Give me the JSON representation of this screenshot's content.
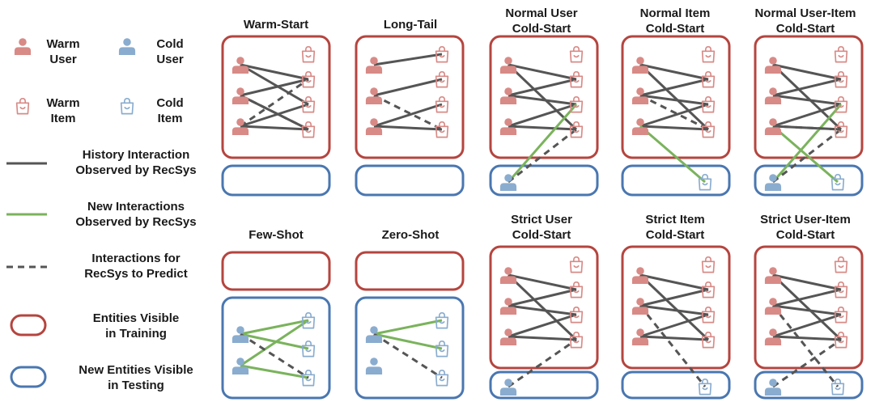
{
  "colors": {
    "warm": "#d88a86",
    "cold": "#8aaccf",
    "history_line": "#555555",
    "new_line": "#7ab35c",
    "predict_line": "#555555",
    "train_box": "#b5453f",
    "test_box": "#4a77b0"
  },
  "icons": {
    "warm_user": "person-icon",
    "cold_user": "person-icon",
    "warm_item": "shopping-bag-icon",
    "cold_item": "shopping-bag-icon"
  },
  "legend": {
    "warm_user": [
      "Warm",
      "User"
    ],
    "cold_user": [
      "Cold",
      "User"
    ],
    "warm_item": [
      "Warm",
      "Item"
    ],
    "cold_item": [
      "Cold",
      "Item"
    ],
    "history": [
      "History Interaction",
      "Observed by RecSys"
    ],
    "new_interactions": [
      "New Interactions",
      "Observed by RecSys"
    ],
    "predict": [
      "Interactions for",
      "RecSys to Predict"
    ],
    "train_box": [
      "Entities Visible",
      "in Training"
    ],
    "test_box": [
      "New Entities Visible",
      "in Testing"
    ]
  },
  "panels": [
    {
      "title": [
        "Warm-Start",
        ""
      ]
    },
    {
      "title": [
        "Long-Tail",
        ""
      ]
    },
    {
      "title": [
        "Normal User",
        "Cold-Start"
      ]
    },
    {
      "title": [
        "Normal Item",
        "Cold-Start"
      ]
    },
    {
      "title": [
        "Normal User-Item",
        "Cold-Start"
      ]
    },
    {
      "title": [
        "Few-Shot",
        ""
      ]
    },
    {
      "title": [
        "Zero-Shot",
        ""
      ]
    },
    {
      "title": [
        "Strict User",
        "Cold-Start"
      ]
    },
    {
      "title": [
        "Strict Item",
        "Cold-Start"
      ]
    },
    {
      "title": [
        "Strict User-Item",
        "Cold-Start"
      ]
    }
  ]
}
